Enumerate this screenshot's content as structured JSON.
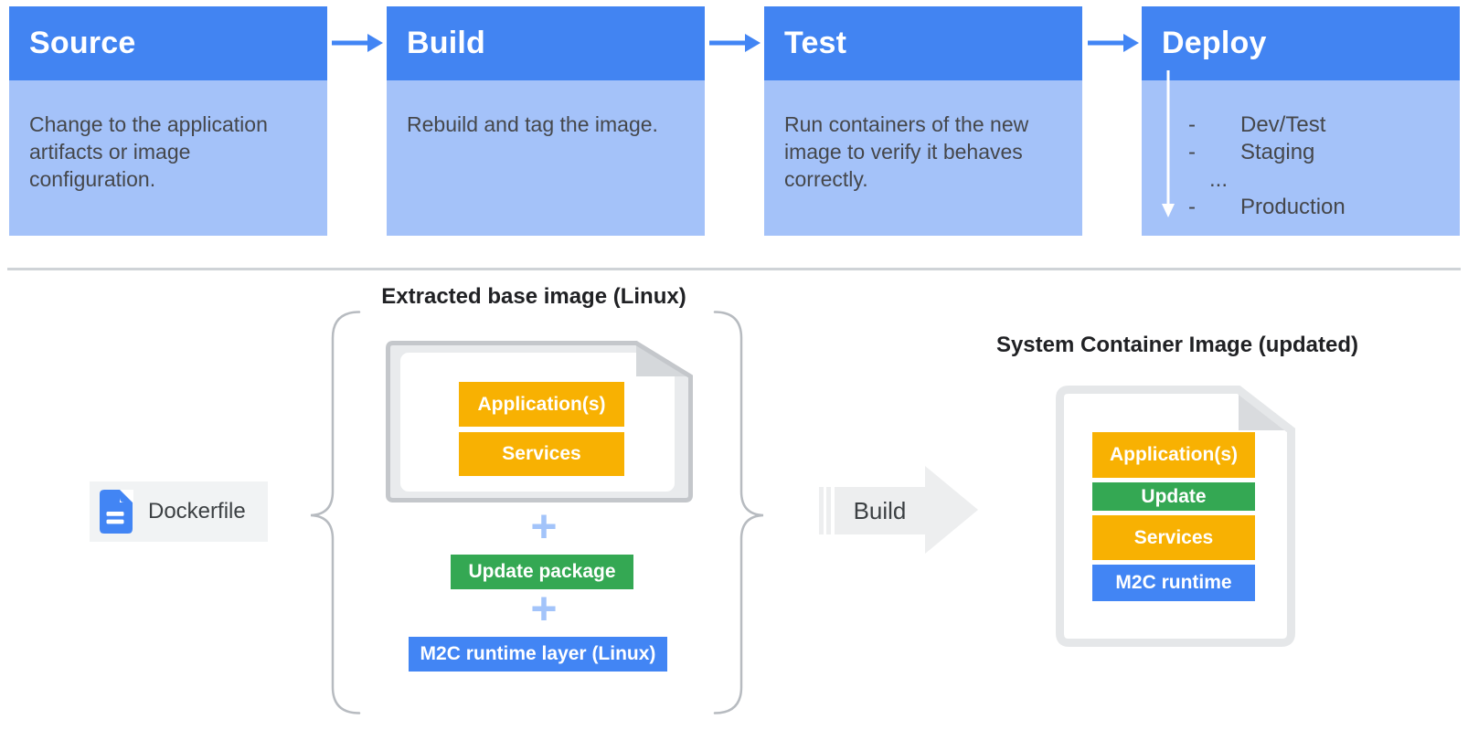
{
  "pipeline": {
    "stages": [
      {
        "title": "Source",
        "description": "Change to the application artifacts or image configuration."
      },
      {
        "title": "Build",
        "description": "Rebuild and tag the image."
      },
      {
        "title": "Test",
        "description": "Run containers of the new image to verify it behaves correctly."
      },
      {
        "title": "Deploy",
        "items": [
          {
            "bullet": "-",
            "label": "Dev/Test"
          },
          {
            "bullet": "-",
            "label": "Staging"
          },
          {
            "bullet": "",
            "label": "..."
          },
          {
            "bullet": "-",
            "label": "Production"
          }
        ]
      }
    ]
  },
  "build_flow": {
    "extracted_base_title": "Extracted base image (Linux)",
    "dockerfile_label": "Dockerfile",
    "base_image_layers": [
      {
        "label": "Application(s)"
      },
      {
        "label": "Services"
      }
    ],
    "plus_sign": "+",
    "update_package_label": "Update package",
    "runtime_layer_label": "M2C runtime layer (Linux)",
    "build_arrow_label": "Build",
    "result_title": "System Container Image (updated)",
    "result_layers": [
      {
        "label": "Application(s)",
        "color": "#F8B102"
      },
      {
        "label": "Update",
        "color": "#34A853"
      },
      {
        "label": "Services",
        "color": "#F8B102"
      },
      {
        "label": "M2C runtime",
        "color": "#4285F4"
      }
    ]
  },
  "icons": {
    "stage_connector": "arrow-right-icon",
    "deploy_flow": "down-arrow-icon",
    "dockerfile": "file-document-icon",
    "build_flow_arrow": "big-right-arrow-icon"
  },
  "colors": {
    "stage_header_blue": "#4284F2",
    "stage_body_blue": "#A4C2F9",
    "connector_blue": "#4285F4",
    "layer_yellow": "#F8B102",
    "layer_green": "#34A853",
    "layer_blue": "#4285F4",
    "plus_light_blue": "#A3C4FA",
    "build_arrow_gray": "#EDEEEF",
    "doc_border_gray": "#C4C7CB",
    "divider_gray": "#CFD3D7"
  }
}
